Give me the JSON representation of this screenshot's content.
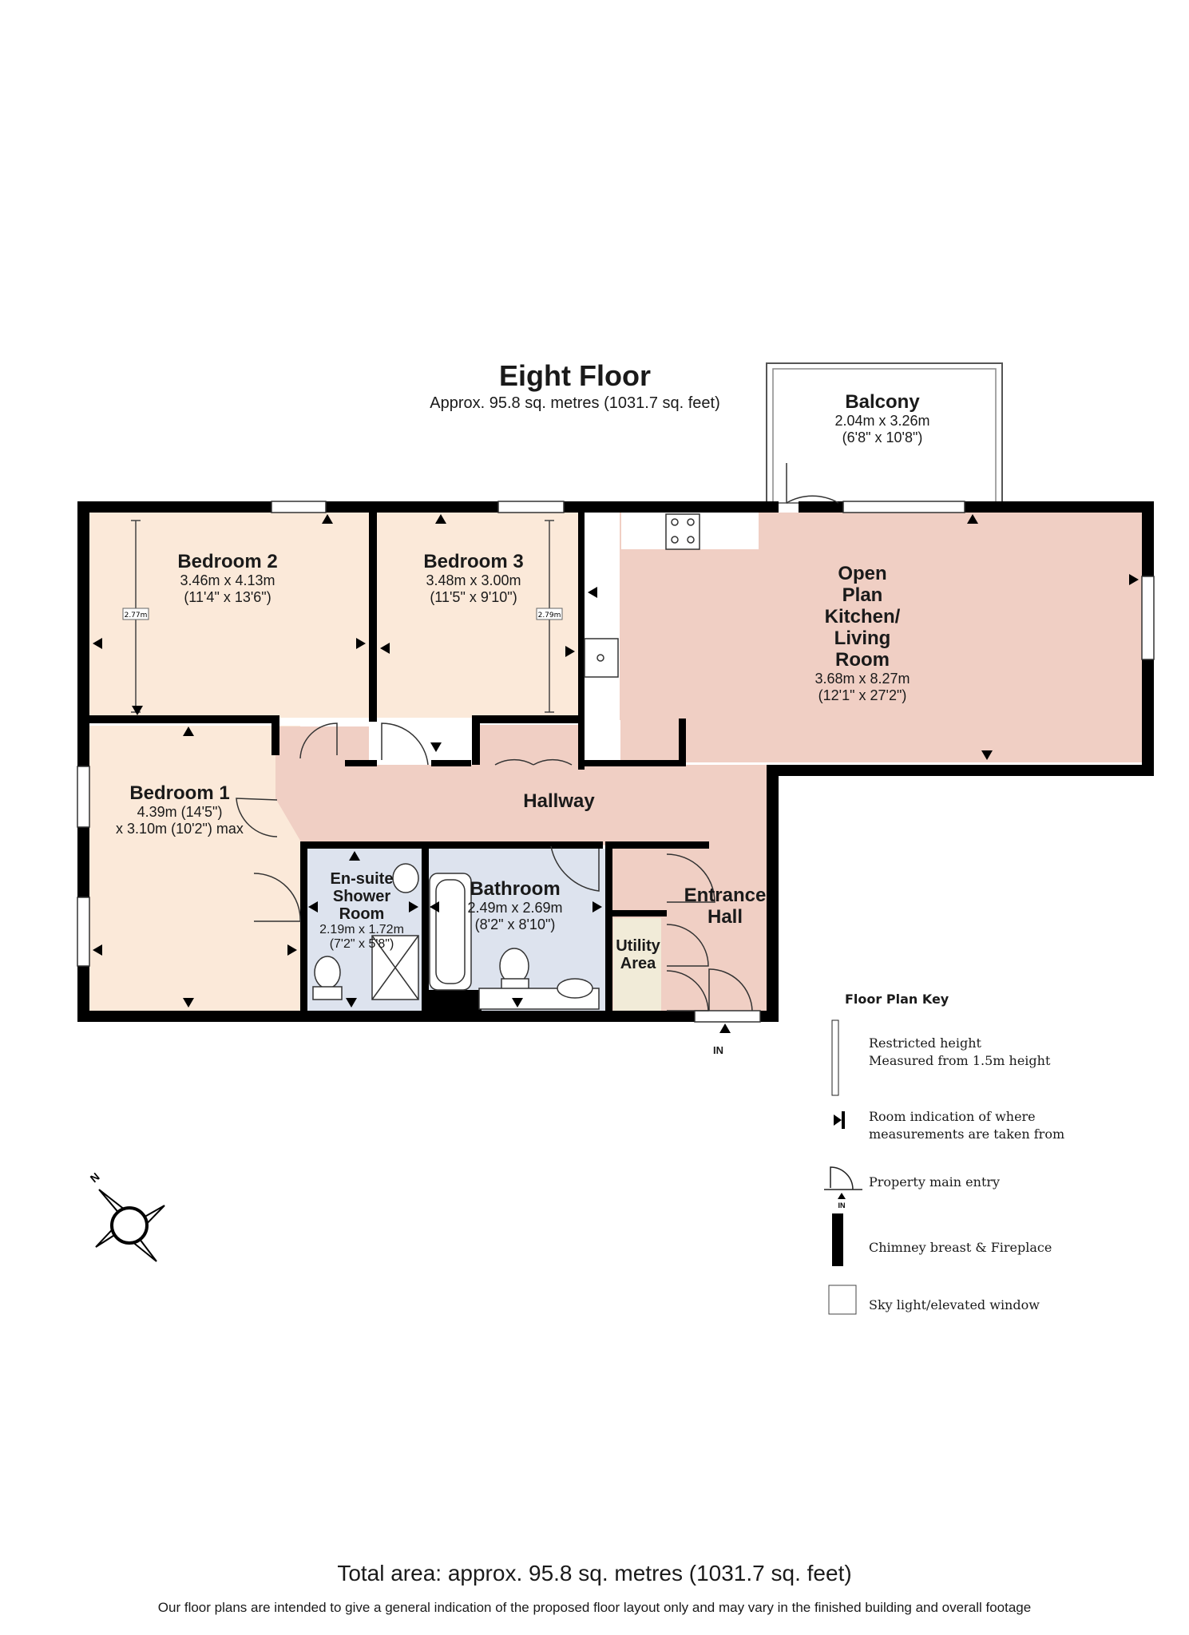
{
  "header": {
    "floor_name": "Eight Floor",
    "floor_area": "Approx. 95.8 sq. metres (1031.7 sq. feet)"
  },
  "rooms": {
    "balcony": {
      "name": "Balcony",
      "dim_m": "2.04m x 3.26m",
      "dim_ft": "(6'8\" x 10'8\")"
    },
    "bedroom2": {
      "name": "Bedroom 2",
      "dim_m": "3.46m x 4.13m",
      "dim_ft": "(11'4\" x 13'6\")",
      "restricted_height": "2.77m"
    },
    "bedroom3": {
      "name": "Bedroom 3",
      "dim_m": "3.48m x 3.00m",
      "dim_ft": "(11'5\" x 9'10\")",
      "restricted_height": "2.79m"
    },
    "living": {
      "name": "Open Plan Kitchen/ Living Room",
      "name_lines": [
        "Open",
        "Plan",
        "Kitchen/",
        "Living",
        "Room"
      ],
      "dim_m": "3.68m x 8.27m",
      "dim_ft": "(12'1\" x 27'2\")"
    },
    "bedroom1": {
      "name": "Bedroom 1",
      "dim_line1": "4.39m (14'5\")",
      "dim_line2": "x 3.10m (10'2\") max"
    },
    "hallway": {
      "name": "Hallway"
    },
    "ensuite": {
      "name_lines": [
        "En-suite",
        "Shower",
        "Room"
      ],
      "dim_m": "2.19m x 1.72m",
      "dim_ft": "(7'2\" x 5'8\")"
    },
    "bathroom": {
      "name": "Bathroom",
      "dim_m": "2.49m x 2.69m",
      "dim_ft": "(8'2\" x 8'10\")"
    },
    "entrance_hall": {
      "name_lines": [
        "Entrance",
        "Hall"
      ]
    },
    "utility": {
      "name_lines": [
        "Utility",
        "Area"
      ]
    }
  },
  "entry_label": "IN",
  "compass_label": "N",
  "key": {
    "title": "Floor Plan Key",
    "items": [
      {
        "icon": "restricted-height-icon",
        "text_lines": [
          "Restricted height",
          "Measured from 1.5m height"
        ]
      },
      {
        "icon": "measurement-marker-icon",
        "text_lines": [
          "Room indication of where",
          "measurements are taken from"
        ]
      },
      {
        "icon": "main-entry-icon",
        "text_lines": [
          "Property main entry"
        ],
        "icon_label": "IN"
      },
      {
        "icon": "chimney-breast-icon",
        "text_lines": [
          "Chimney breast & Fireplace"
        ]
      },
      {
        "icon": "sky-light-icon",
        "text_lines": [
          "Sky light/elevated window"
        ]
      }
    ]
  },
  "colors": {
    "bedroom_fill": "#fbe9d9",
    "living_fill": "#f0cfc4",
    "hall_fill": "#f0cfc4",
    "wet_room_fill": "#dde3ee",
    "utility_fill": "#f1ebd8",
    "wall": "#000000"
  },
  "footer": {
    "total_area": "Total area: approx. 95.8 sq. metres (1031.7 sq. feet)",
    "disclaimer": "Our floor plans are intended to give a general indication of the proposed floor layout only and may vary in the finished building and overall footage"
  }
}
